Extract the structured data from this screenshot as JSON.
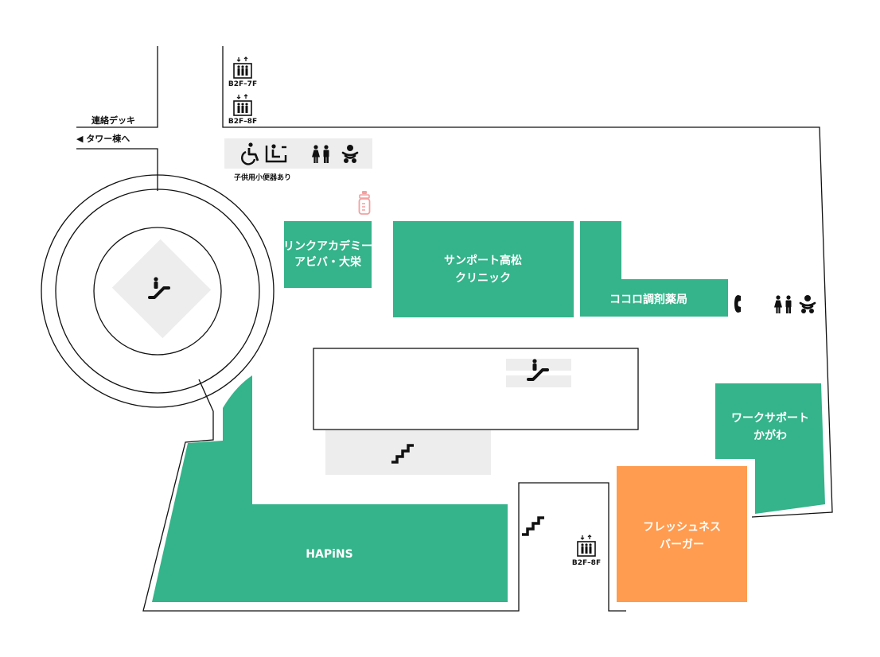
{
  "colors": {
    "shop": "#35b38a",
    "food": "#ff9c50",
    "facility_bg": "#ededed",
    "outline": "#111111",
    "nursing": "#f2a0a0"
  },
  "walkway": {
    "deck_label": "連絡デッキ",
    "tower_label": "◀ タワー棟へ"
  },
  "elevators": [
    {
      "floors": "B2F–7F"
    },
    {
      "floors": "B2F–8F"
    },
    {
      "floors": "B2F–8F"
    }
  ],
  "facilities": {
    "kids_toilet_note": "子供用小便器あり"
  },
  "shops": [
    {
      "line1": "リンクアカデミー",
      "line2": "アビバ・大栄"
    },
    {
      "line1": "サンポート高松",
      "line2": "クリニック"
    },
    {
      "line1": "ココロ調剤薬局"
    },
    {
      "line1": "ワークサポート",
      "line2": "かがわ"
    },
    {
      "line1": "フレッシュネス",
      "line2": "バーガー"
    },
    {
      "line1": "HAPiNS"
    }
  ],
  "icons": {
    "elevator": "elevator-icon",
    "escalator": "escalator-icon",
    "stairs": "stairs-icon",
    "wheelchair": "wheelchair-icon",
    "ostomate": "ostomate-icon",
    "restroom": "restroom-icon",
    "baby_changing": "baby-changing-icon",
    "nursing": "baby-bottle-icon",
    "phone": "phone-icon"
  }
}
